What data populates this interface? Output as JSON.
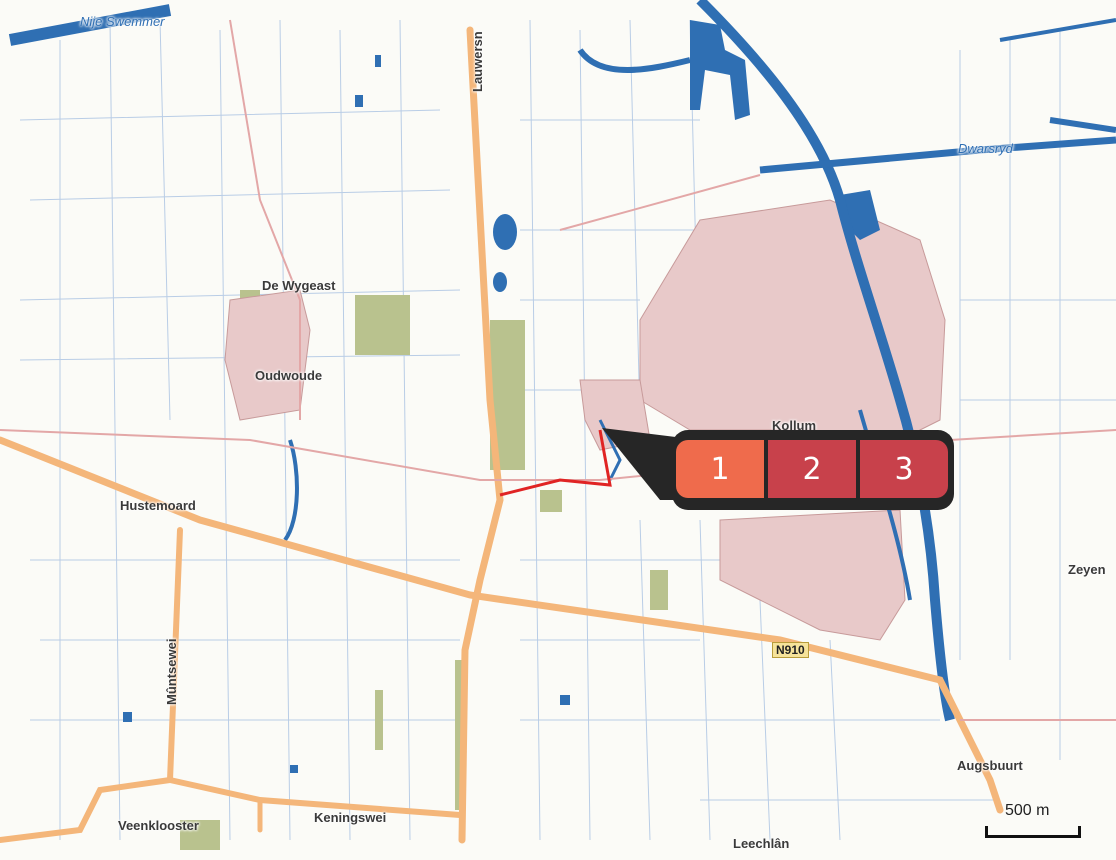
{
  "map": {
    "place_labels": {
      "de_wygeast": "De Wygeast",
      "oudwoude": "Oudwoude",
      "kollum": "Kollum",
      "hustemoard": "Hustemoard",
      "zeyen": "Zeyen",
      "augsbuurt": "Augsbuurt",
      "veenklooster": "Veenklooster",
      "keningswei": "Keningswei",
      "leechlan": "Leechlân"
    },
    "road_labels": {
      "lauwers": "Lauwersn",
      "muntsewei": "Mûntsewei",
      "n910": "N910"
    },
    "water_labels": {
      "nije_swemmer": "Nije Swemmer",
      "dwarsryd": "Dwarsryd"
    },
    "route_segments": [
      {
        "label": "1",
        "color": "#ef6b4c",
        "active": true
      },
      {
        "label": "2",
        "color": "#c8414b",
        "active": false
      },
      {
        "label": "3",
        "color": "#c8414b",
        "active": false
      }
    ],
    "scale": "500 m",
    "colors": {
      "water": "#2f6fb3",
      "road": "#f4b67a",
      "route": "#e02424",
      "built_up": "#e8c9c9",
      "green": "#b9c28e",
      "callout": "#262626"
    }
  }
}
